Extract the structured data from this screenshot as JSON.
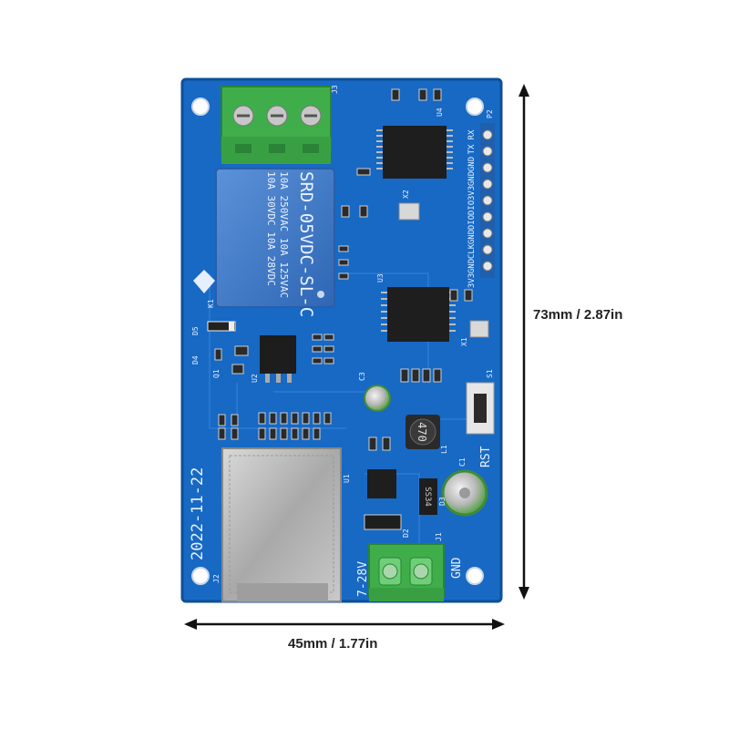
{
  "dimensions": {
    "height_label": "73mm / 2.87in",
    "width_label": "45mm / 1.77in"
  },
  "board": {
    "relay_text": [
      "SRD-05VDC-SL-C",
      "10A 250VAC  10A 125VAC",
      "10A 30VDC  10A 28VDC"
    ],
    "date_text": "2022-11-22",
    "inductor_text": "470",
    "diode_text": "SS34",
    "connector_labels": [
      "RX",
      "TX",
      "GND",
      "GND",
      "3V3",
      "DIO",
      "DIO",
      "GND",
      "CLK",
      "GND",
      "3V3"
    ],
    "power_terminal_label": "7-28V",
    "gnd_label": "GND",
    "reset_label": "RST",
    "ref_labels": [
      "J3",
      "J2",
      "J1",
      "K1",
      "U1",
      "U2",
      "U3",
      "U4",
      "X1",
      "X2",
      "C1",
      "C3",
      "D2",
      "D3",
      "D4",
      "D5",
      "L1",
      "S1",
      "P2",
      "Q1"
    ]
  },
  "colors": {
    "pcb": "#1769c4",
    "pcb_edge": "#0f4f99",
    "terminal": "#3fae4a",
    "relay": "#3a78c9",
    "rj45": "#b9b9b9",
    "arrow": "#111111"
  }
}
